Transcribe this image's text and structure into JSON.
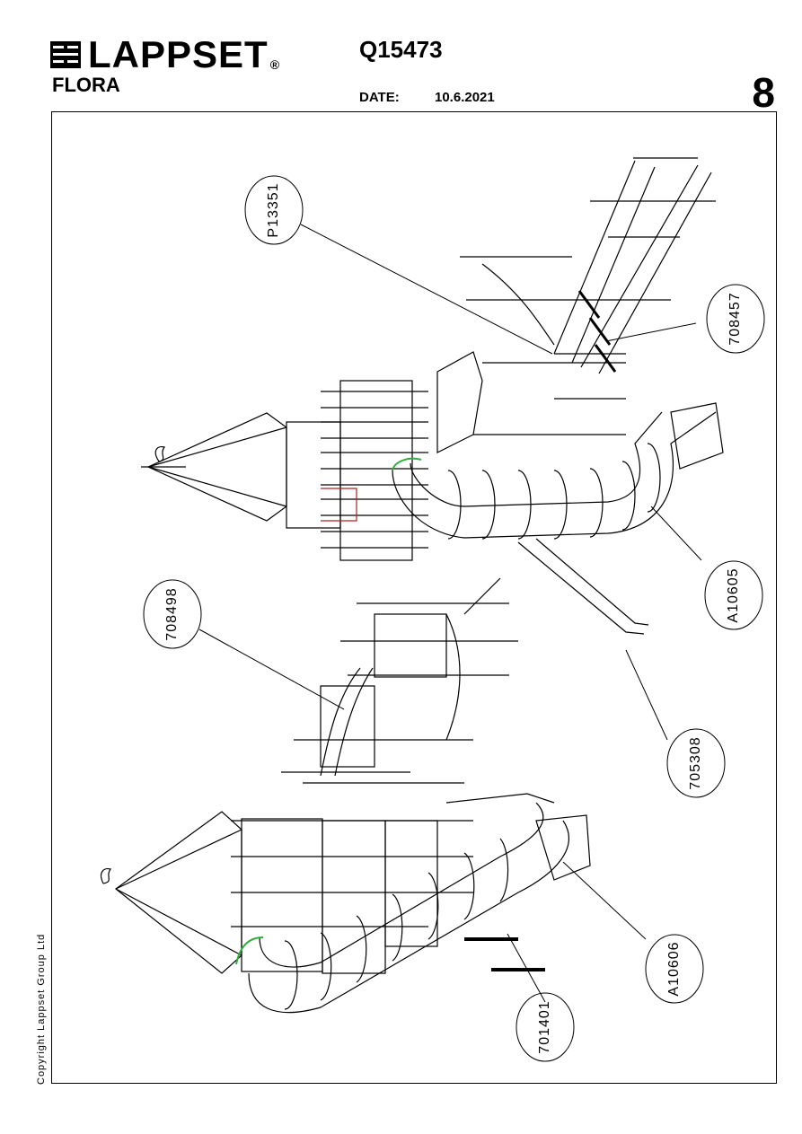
{
  "header": {
    "brand": "LAPPSET",
    "registered_mark": "®",
    "product_name": "FLORA",
    "product_code": "Q15473",
    "date_label": "DATE:",
    "date_value": "10.6.2021",
    "page_number": "8"
  },
  "footer": {
    "copyright": "Copyright Lappset Group Ltd"
  },
  "callouts": [
    {
      "label": "P13351"
    },
    {
      "label": "708457"
    },
    {
      "label": "A10605"
    },
    {
      "label": "708498"
    },
    {
      "label": "705308"
    },
    {
      "label": "A10606"
    },
    {
      "label": "701401"
    }
  ],
  "colors": {
    "ink": "#000000",
    "highlight": "#2fae3a",
    "accent_red": "#b02020"
  }
}
